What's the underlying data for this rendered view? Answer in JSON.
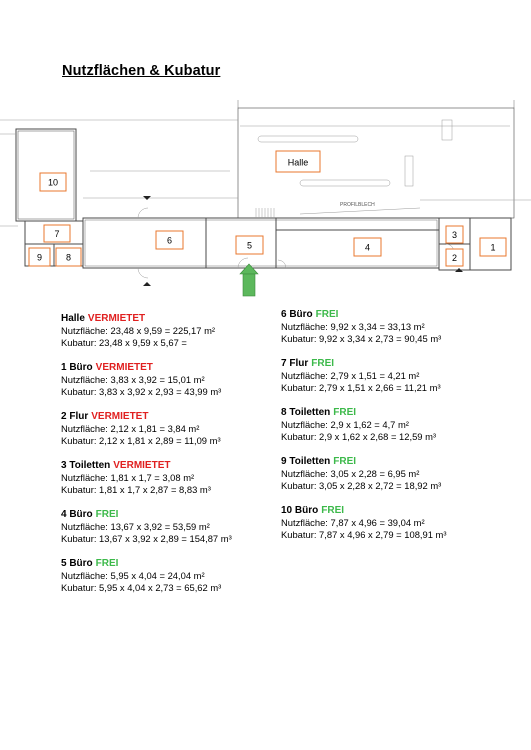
{
  "title": "Nutzflächen & Kubatur",
  "plan": {
    "rooms": [
      "1",
      "2",
      "3",
      "4",
      "5",
      "6",
      "7",
      "8",
      "9",
      "10"
    ],
    "hall_label": "Halle",
    "corridor_text": "PROFILBLECH",
    "colors": {
      "box": "#e8772e",
      "arrow": "#5cb85c",
      "lines": "#4a4a4a",
      "faint": "#9a9a9a"
    }
  },
  "units": [
    {
      "name": "Halle",
      "status": "VERMIETET",
      "nutz": "Nutzfläche: 23,48 x 9,59 = 225,17 m²",
      "kub": "Kubatur: 23,48 x 9,59 x 5,67 ="
    },
    {
      "name": "1 Büro",
      "status": "VERMIETET",
      "nutz": "Nutzfläche: 3,83 x 3,92 = 15,01 m²",
      "kub": "Kubatur: 3,83 x 3,92 x 2,93 = 43,99 m³"
    },
    {
      "name": "2 Flur",
      "status": "VERMIETET",
      "nutz": "Nutzfläche: 2,12 x 1,81 = 3,84 m²",
      "kub": "Kubatur: 2,12 x 1,81 x 2,89 = 11,09 m³"
    },
    {
      "name": "3 Toiletten",
      "status": "VERMIETET",
      "nutz": "Nutzfläche: 1,81 x 1,7 = 3,08 m²",
      "kub": "Kubatur: 1,81 x 1,7 x 2,87 = 8,83 m³"
    },
    {
      "name": "4 Büro",
      "status": "FREI",
      "nutz": "Nutzfläche: 13,67 x 3,92 = 53,59 m²",
      "kub": "Kubatur: 13,67 x 3,92 x 2,89 = 154,87 m³"
    },
    {
      "name": "5 Büro",
      "status": "FREI",
      "nutz": "Nutzfläche: 5,95 x 4,04 = 24,04 m²",
      "kub": "Kubatur: 5,95 x 4,04 x 2,73 = 65,62 m³"
    },
    {
      "name": "6 Büro",
      "status": "FREI",
      "nutz": "Nutzfläche: 9,92 x 3,34 = 33,13 m²",
      "kub": "Kubatur: 9,92 x 3,34 x 2,73 = 90,45 m³"
    },
    {
      "name": "7 Flur",
      "status": "FREI",
      "nutz": "Nutzfläche: 2,79 x 1,51 = 4,21 m²",
      "kub": "Kubatur: 2,79 x 1,51 x 2,66 = 11,21 m³"
    },
    {
      "name": "8 Toiletten",
      "status": "FREI",
      "nutz": "Nutzfläche: 2,9 x 1,62 = 4,7 m²",
      "kub": "Kubatur: 2,9 x 1,62 x 2,68 = 12,59 m³"
    },
    {
      "name": "9 Toiletten",
      "status": "FREI",
      "nutz": "Nutzfläche: 3,05 x 2,28 = 6,95 m²",
      "kub": "Kubatur: 3,05 x 2,28 x 2,72 = 18,92 m³"
    },
    {
      "name": "10 Büro",
      "status": "FREI",
      "nutz": "Nutzfläche: 7,87 x 4,96 = 39,04 m²",
      "kub": "Kubatur: 7,87 x 4,96 x 2,79 = 108,91 m³"
    }
  ]
}
